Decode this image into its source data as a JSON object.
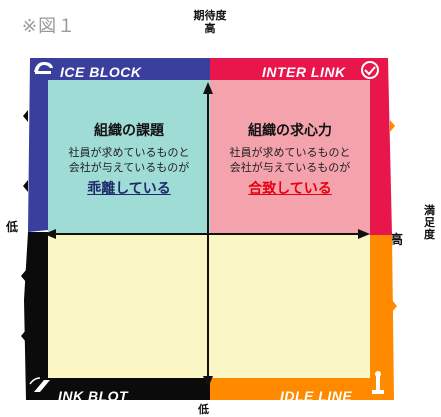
{
  "figure_label": "※図１",
  "axes": {
    "vertical": {
      "name": "期待度",
      "high": "高",
      "low": "低"
    },
    "horizontal": {
      "name": "満足度",
      "high": "高",
      "low": "低"
    }
  },
  "corners": {
    "top_left": "ICE BLOCK",
    "top_right": "INTER LINK",
    "bottom_left": "INK BLOT",
    "bottom_right": "IDLE LINE"
  },
  "quadrants": {
    "top_left": {
      "title": "組織の課題",
      "line1": "社員が求めているものと",
      "line2": "会社が与えているものが",
      "emphasis": "乖離している",
      "emphasis_color": "#1f2a6b"
    },
    "top_right": {
      "title": "組織の求心力",
      "line1": "社員が求めているものと",
      "line2": "会社が与えているものが",
      "emphasis": "合致している",
      "emphasis_color": "#e60012"
    }
  },
  "colors": {
    "blue": "#3a3f9e",
    "red": "#e8164b",
    "black": "#0b0b0b",
    "orange": "#ff8a00",
    "teal": "#9fdcd5",
    "pink": "#f4a3ad",
    "yellow": "#faf7c5"
  }
}
